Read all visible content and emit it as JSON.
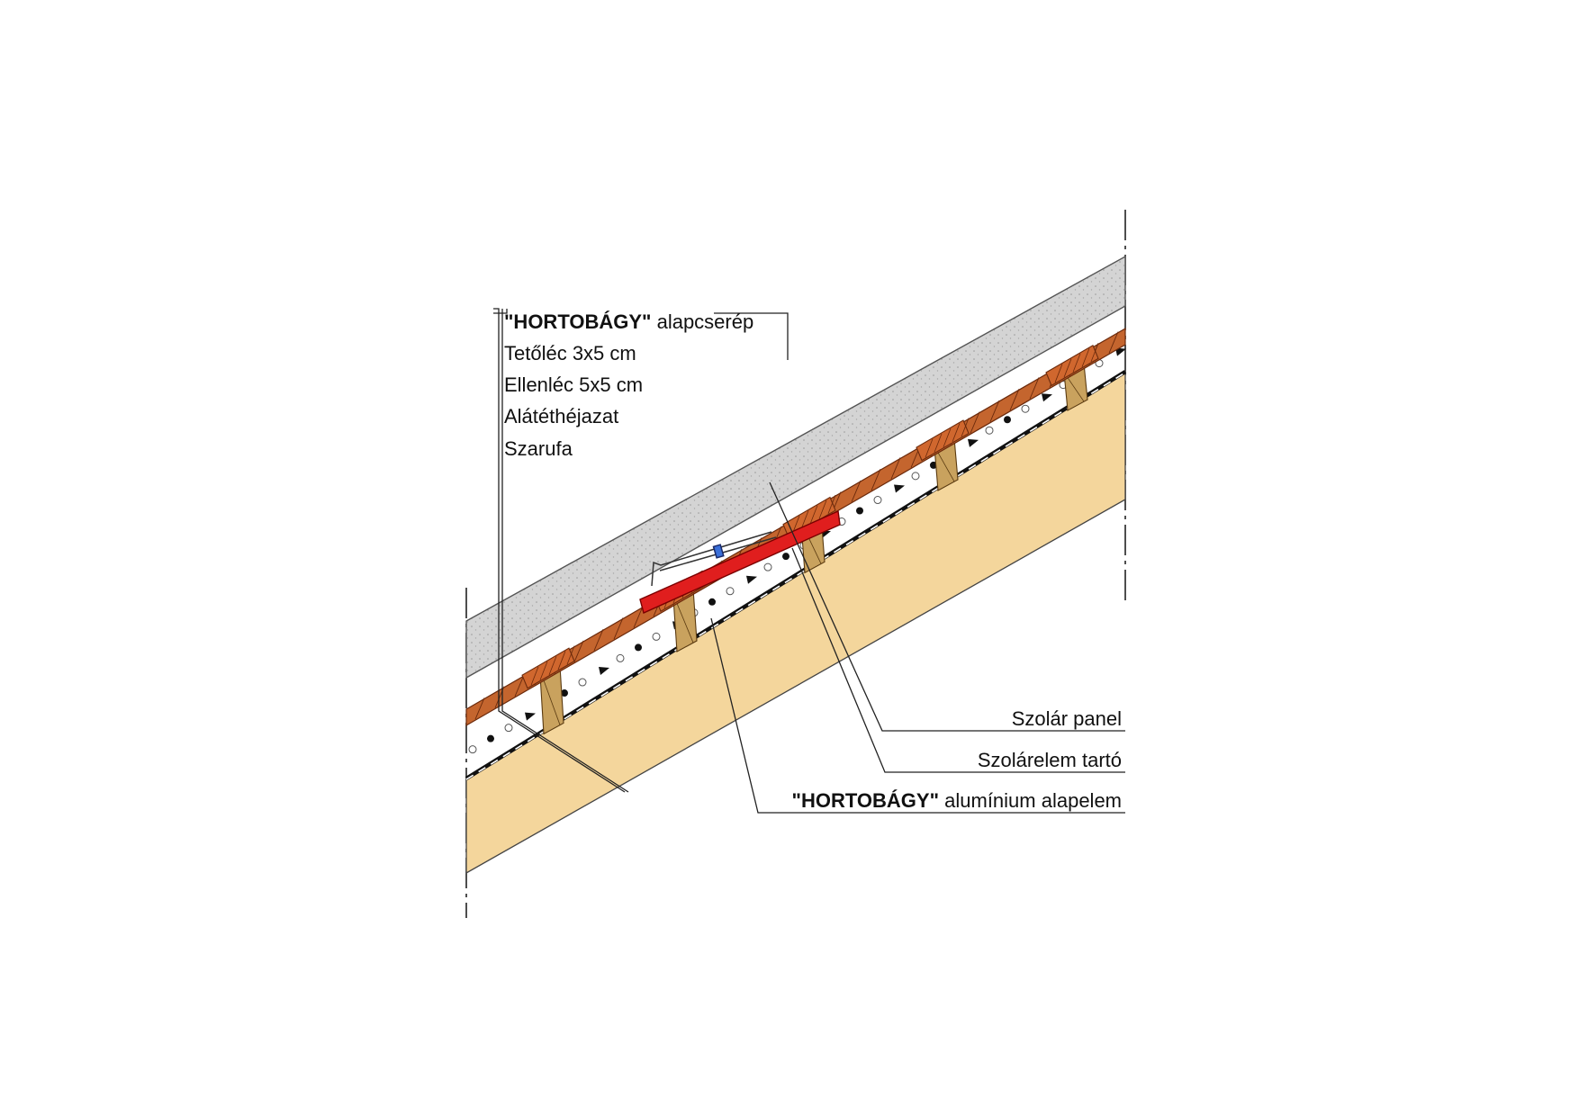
{
  "labels_left": [
    {
      "brand": "\"HORTOBÁGY\"",
      "text": " alapcserép"
    },
    {
      "brand": "",
      "text": "Tetőléc 3x5 cm"
    },
    {
      "brand": "",
      "text": "Ellenléc 5x5 cm"
    },
    {
      "brand": "",
      "text": "Alátéthéjazat"
    },
    {
      "brand": "",
      "text": "Szarufa"
    }
  ],
  "labels_right": [
    {
      "brand": "",
      "text": "Szolár panel"
    },
    {
      "brand": "",
      "text": "Szolárelem tartó"
    },
    {
      "brand": "\"HORTOBÁGY\"",
      "text": " alumínium alapelem"
    }
  ],
  "colors": {
    "rafter": "#f4d69c",
    "panel": "#d4d4d4",
    "tile": "#c4652e",
    "tile_dark": "#8a3a12",
    "batten": "#c9a25e",
    "aluminium_base": "#e01e1e",
    "leader_line": "#222222"
  }
}
